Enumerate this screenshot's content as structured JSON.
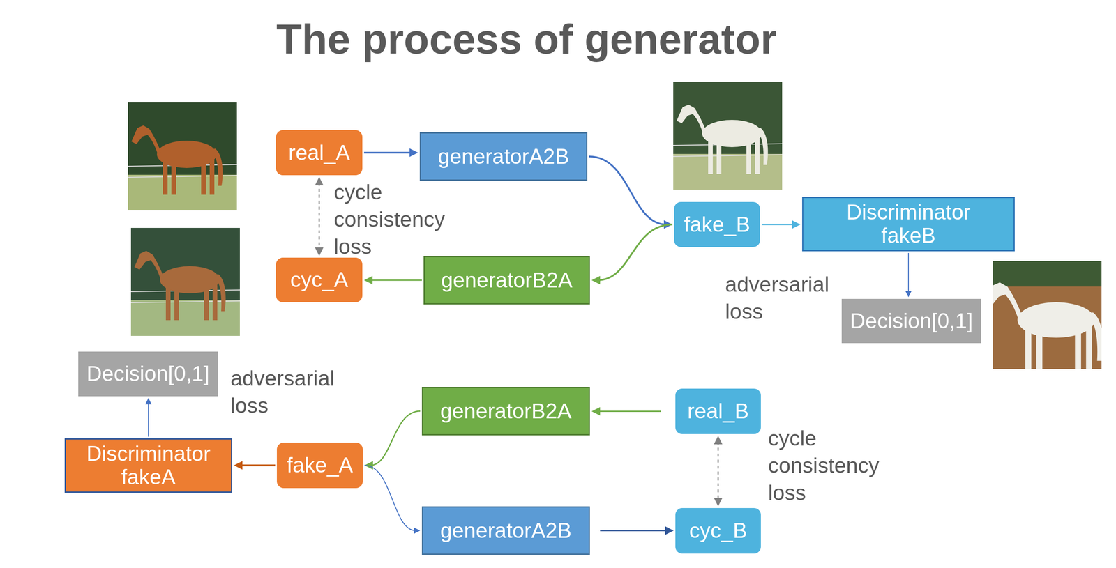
{
  "diagram": {
    "title": "The process of generator",
    "nodes": [
      {
        "text": [
          "real_A"
        ]
      },
      {
        "text": [
          "generatorA2B"
        ]
      },
      {
        "text": [
          "fake_B"
        ]
      },
      {
        "text": [
          "Discriminator fakeB"
        ]
      },
      {
        "text": [
          "cyc_A"
        ]
      },
      {
        "text": [
          "generatorB2A"
        ]
      },
      {
        "text": [
          "Decision[0,1]"
        ]
      },
      {
        "text": [
          "Decision[0,1]"
        ]
      },
      {
        "text": [
          "generatorB2A"
        ]
      },
      {
        "text": [
          "real_B"
        ]
      },
      {
        "text": [
          "Discriminator fakeA"
        ]
      },
      {
        "text": [
          "fake_A"
        ]
      },
      {
        "text": [
          "generatorA2B"
        ]
      },
      {
        "text": [
          "cyc_B"
        ]
      }
    ],
    "edges": [
      {
        "from": 0,
        "to": 1,
        "arrow": "to"
      },
      {
        "from": 1,
        "to": 2,
        "arrow": "to"
      },
      {
        "from": 2,
        "to": 5,
        "arrow": "to"
      },
      {
        "from": 5,
        "to": 4,
        "arrow": "to"
      },
      {
        "from": 0,
        "to": 4,
        "arrow": "both"
      },
      {
        "from": 2,
        "to": 3,
        "arrow": "to"
      },
      {
        "from": 3,
        "to": 6,
        "arrow": "to"
      },
      {
        "from": 9,
        "to": 8,
        "arrow": "to"
      },
      {
        "from": 8,
        "to": 11,
        "arrow": "to"
      },
      {
        "from": 11,
        "to": 12,
        "arrow": "to"
      },
      {
        "from": 12,
        "to": 13,
        "arrow": "to"
      },
      {
        "from": 9,
        "to": 13,
        "arrow": "both"
      },
      {
        "from": 11,
        "to": 10,
        "arrow": "to"
      },
      {
        "from": 10,
        "to": 7,
        "arrow": "to"
      }
    ],
    "labels": [
      "cycle consistency loss",
      "adversarial loss",
      "adversarial loss",
      "cycle consistency loss"
    ]
  }
}
